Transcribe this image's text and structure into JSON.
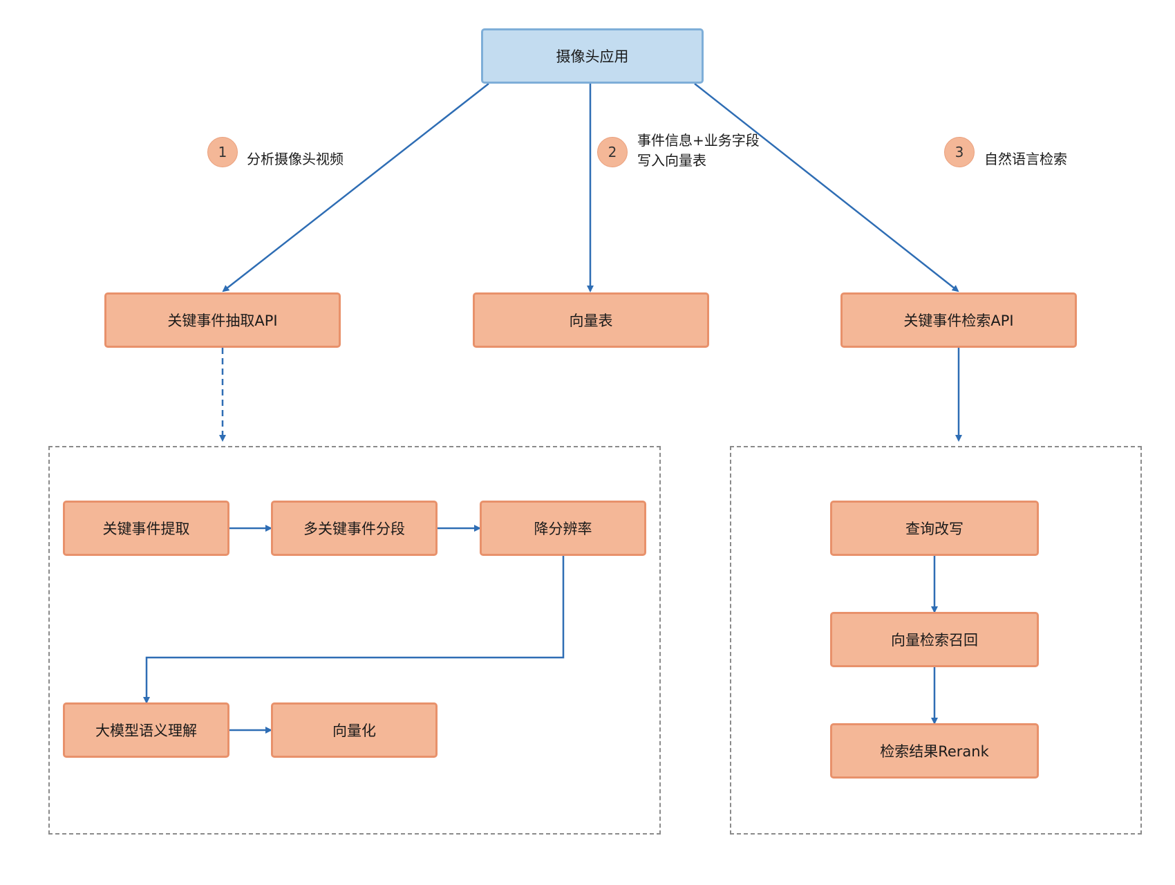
{
  "colors": {
    "top_node_fill": "#c3dcf0",
    "top_node_border": "#7eaed8",
    "node_fill": "#f4b797",
    "node_border": "#e8916b",
    "arrow": "#2e6db4",
    "group_border": "#8a8a8a"
  },
  "top": {
    "label": "摄像头应用"
  },
  "steps": [
    {
      "number": "1",
      "lines": [
        "分析摄像头视频"
      ]
    },
    {
      "number": "2",
      "lines": [
        "事件信息+业务字段",
        "写入向量表"
      ]
    },
    {
      "number": "3",
      "lines": [
        "自然语言检索"
      ]
    }
  ],
  "tier2": {
    "extract_api": "关键事件抽取API",
    "vector_table": "向量表",
    "search_api": "关键事件检索API"
  },
  "extract_group": {
    "key_event_extract": "关键事件提取",
    "multi_segment": "多关键事件分段",
    "downscale": "降分辨率",
    "llm_semantic": "大模型语义理解",
    "vectorize": "向量化"
  },
  "search_group": {
    "query_rewrite": "查询改写",
    "vector_recall": "向量检索召回",
    "rerank": "检索结果Rerank"
  }
}
